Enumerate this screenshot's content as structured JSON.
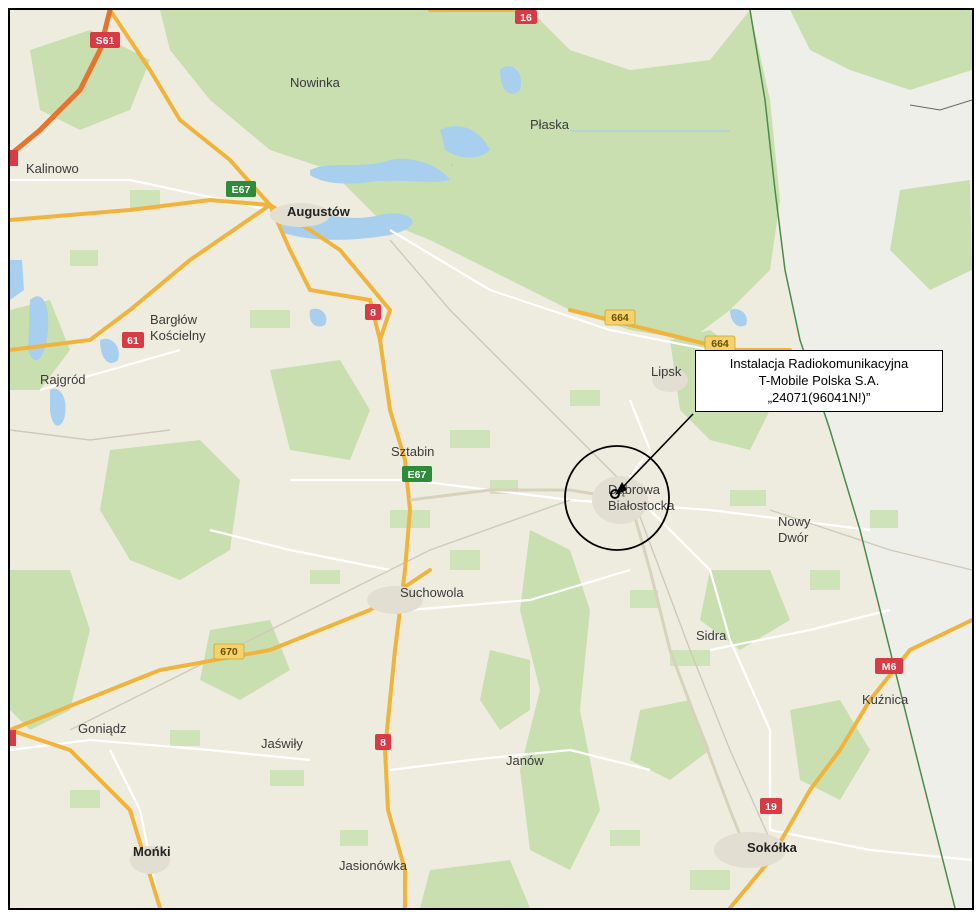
{
  "map": {
    "towns": {
      "nowinka": "Nowinka",
      "plaska": "Płaska",
      "kalinowo": "Kalinowo",
      "augustow": "Augustów",
      "barglow_1": "Bargłów",
      "barglow_2": "Kościelny",
      "rajgrod": "Rajgród",
      "lipsk": "Lipsk",
      "sztabin": "Sztabin",
      "dabrowa_1": "Dąbrowa",
      "dabrowa_2": "Białostocka",
      "nowy_dwor_1": "Nowy",
      "nowy_dwor_2": "Dwór",
      "suchowola": "Suchowola",
      "sidra": "Sidra",
      "kuznica": "Kuźnica",
      "goniadz": "Goniądz",
      "jaswily": "Jaświły",
      "janow": "Janów",
      "monki": "Mońki",
      "sokolka": "Sokółka",
      "jasionowka": "Jasionówka"
    },
    "road_labels": {
      "s61": "S61",
      "r16": "16",
      "e67_north": "E67",
      "e67_south": "E67",
      "r8_north": "8",
      "r8_south": "8",
      "r61": "61",
      "r664_west": "664",
      "r664_east": "664",
      "r670": "670",
      "m6": "M6",
      "r19": "19"
    },
    "colors": {
      "land": "#eeecdf",
      "forest": "#c9dfb0",
      "water": "#a9cfee",
      "expressway": "#e8732f",
      "national_road": "#f0b43c",
      "border": "#4a8a4a",
      "shield_red": "#d83a46",
      "shield_green": "#2e8b3a",
      "shield_yellow": "#f5d26a"
    }
  },
  "callout": {
    "line1": "Instalacja Radiokomunikacyjna",
    "line2": "T-Mobile Polska S.A.",
    "line3": "„24071(96041N!)”"
  }
}
